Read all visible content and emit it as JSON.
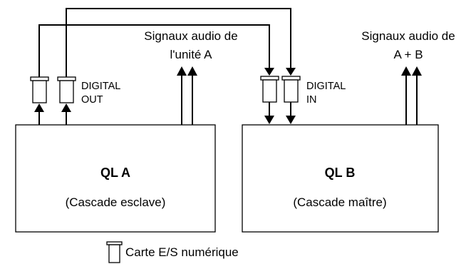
{
  "unit_a": {
    "title": "QL A",
    "subtitle": "(Cascade esclave)",
    "port_label_line1": "DIGITAL",
    "port_label_line2": "OUT",
    "signal_label_line1": "Signaux audio de",
    "signal_label_line2": "l'unité A"
  },
  "unit_b": {
    "title": "QL B",
    "subtitle": "(Cascade maître)",
    "port_label_line1": "DIGITAL",
    "port_label_line2": "IN",
    "signal_label_line1": "Signaux audio de",
    "signal_label_line2": "A + B"
  },
  "legend": {
    "connector_label": "Carte E/S numérique"
  }
}
